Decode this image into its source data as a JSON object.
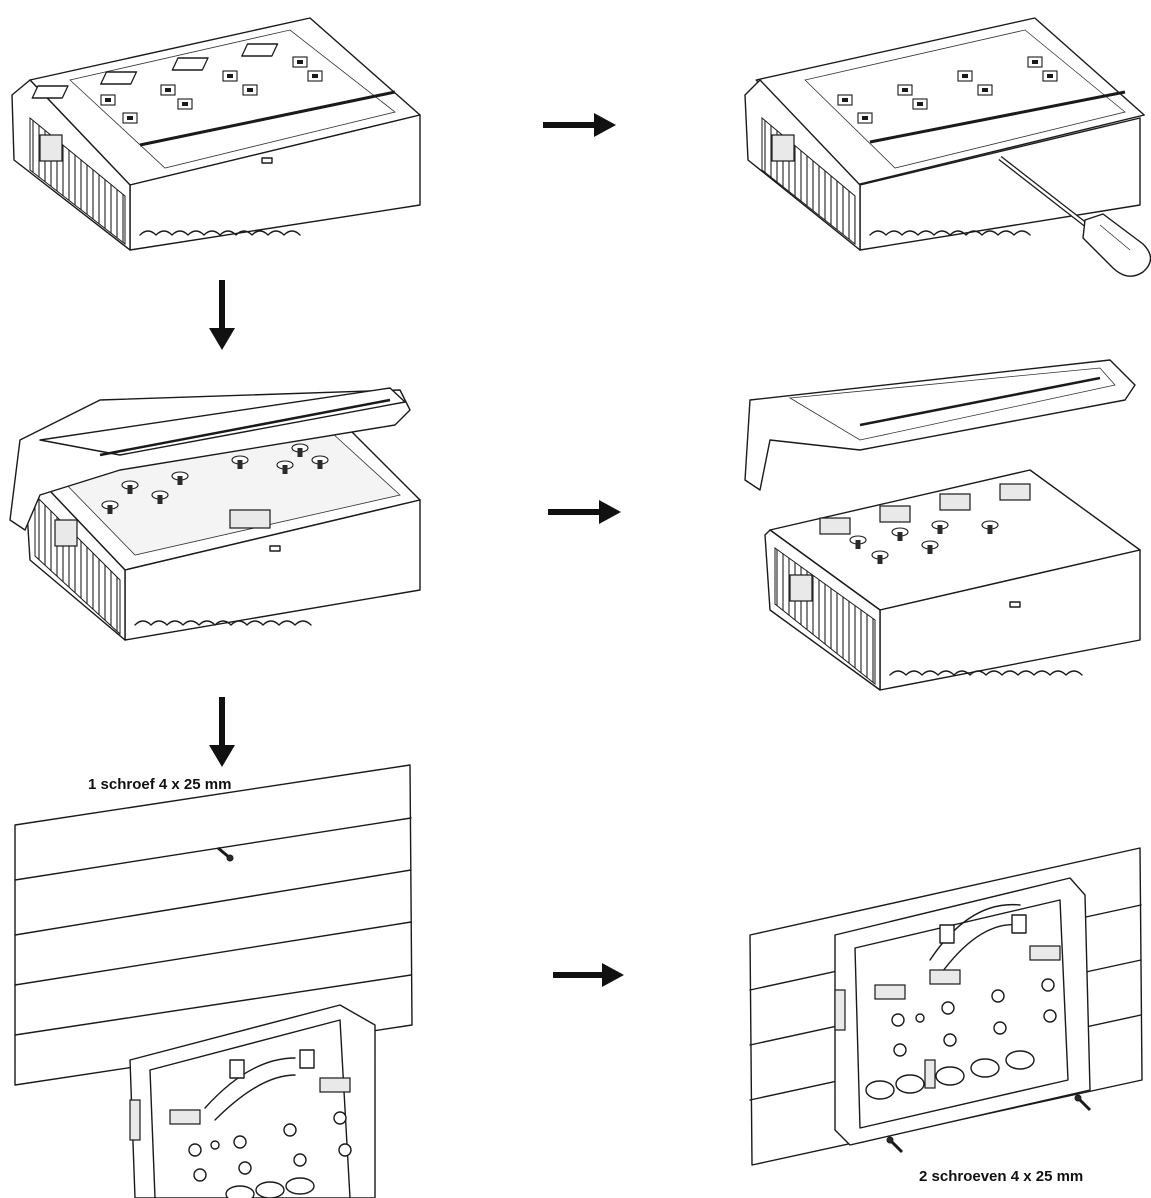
{
  "diagram": {
    "captions": {
      "screw_single": "1 schroef 4 x 25 mm",
      "screws_double": "2 schroeven 4 x 25 mm"
    },
    "colors": {
      "line": "#1a1a1a",
      "background": "#ffffff"
    },
    "steps": [
      {
        "id": "closed-unit",
        "label": ""
      },
      {
        "id": "pry-with-screwdriver",
        "label": ""
      },
      {
        "id": "lift-cover",
        "label": ""
      },
      {
        "id": "cover-removed",
        "label": ""
      },
      {
        "id": "mount-wall-board-single-screw",
        "label": ""
      },
      {
        "id": "mount-base-two-screws",
        "label": ""
      }
    ],
    "icons": [
      "arrow-right-icon",
      "arrow-down-icon",
      "screwdriver-icon",
      "screw-icon"
    ]
  }
}
